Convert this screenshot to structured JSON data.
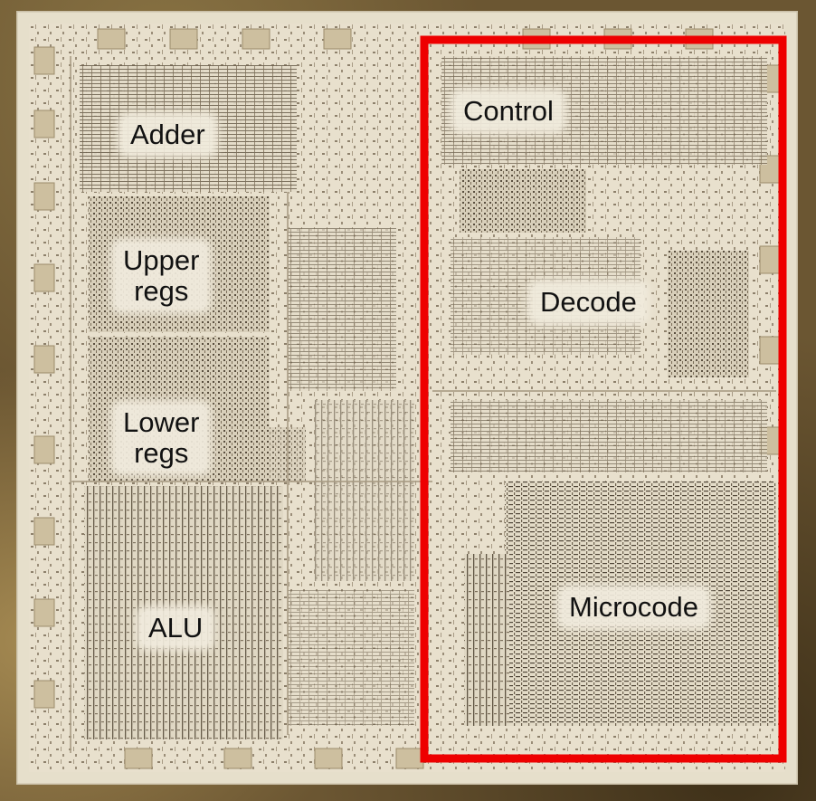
{
  "regions": {
    "adder": "Adder",
    "upper_regs": "Upper\nregs",
    "lower_regs": "Lower\nregs",
    "alu": "ALU",
    "control": "Control",
    "decode": "Decode",
    "microcode": "Microcode"
  },
  "colors": {
    "die_background": "#e8e0cd",
    "circuitry": "#6e6250",
    "highlight_box": "#ee0000"
  }
}
